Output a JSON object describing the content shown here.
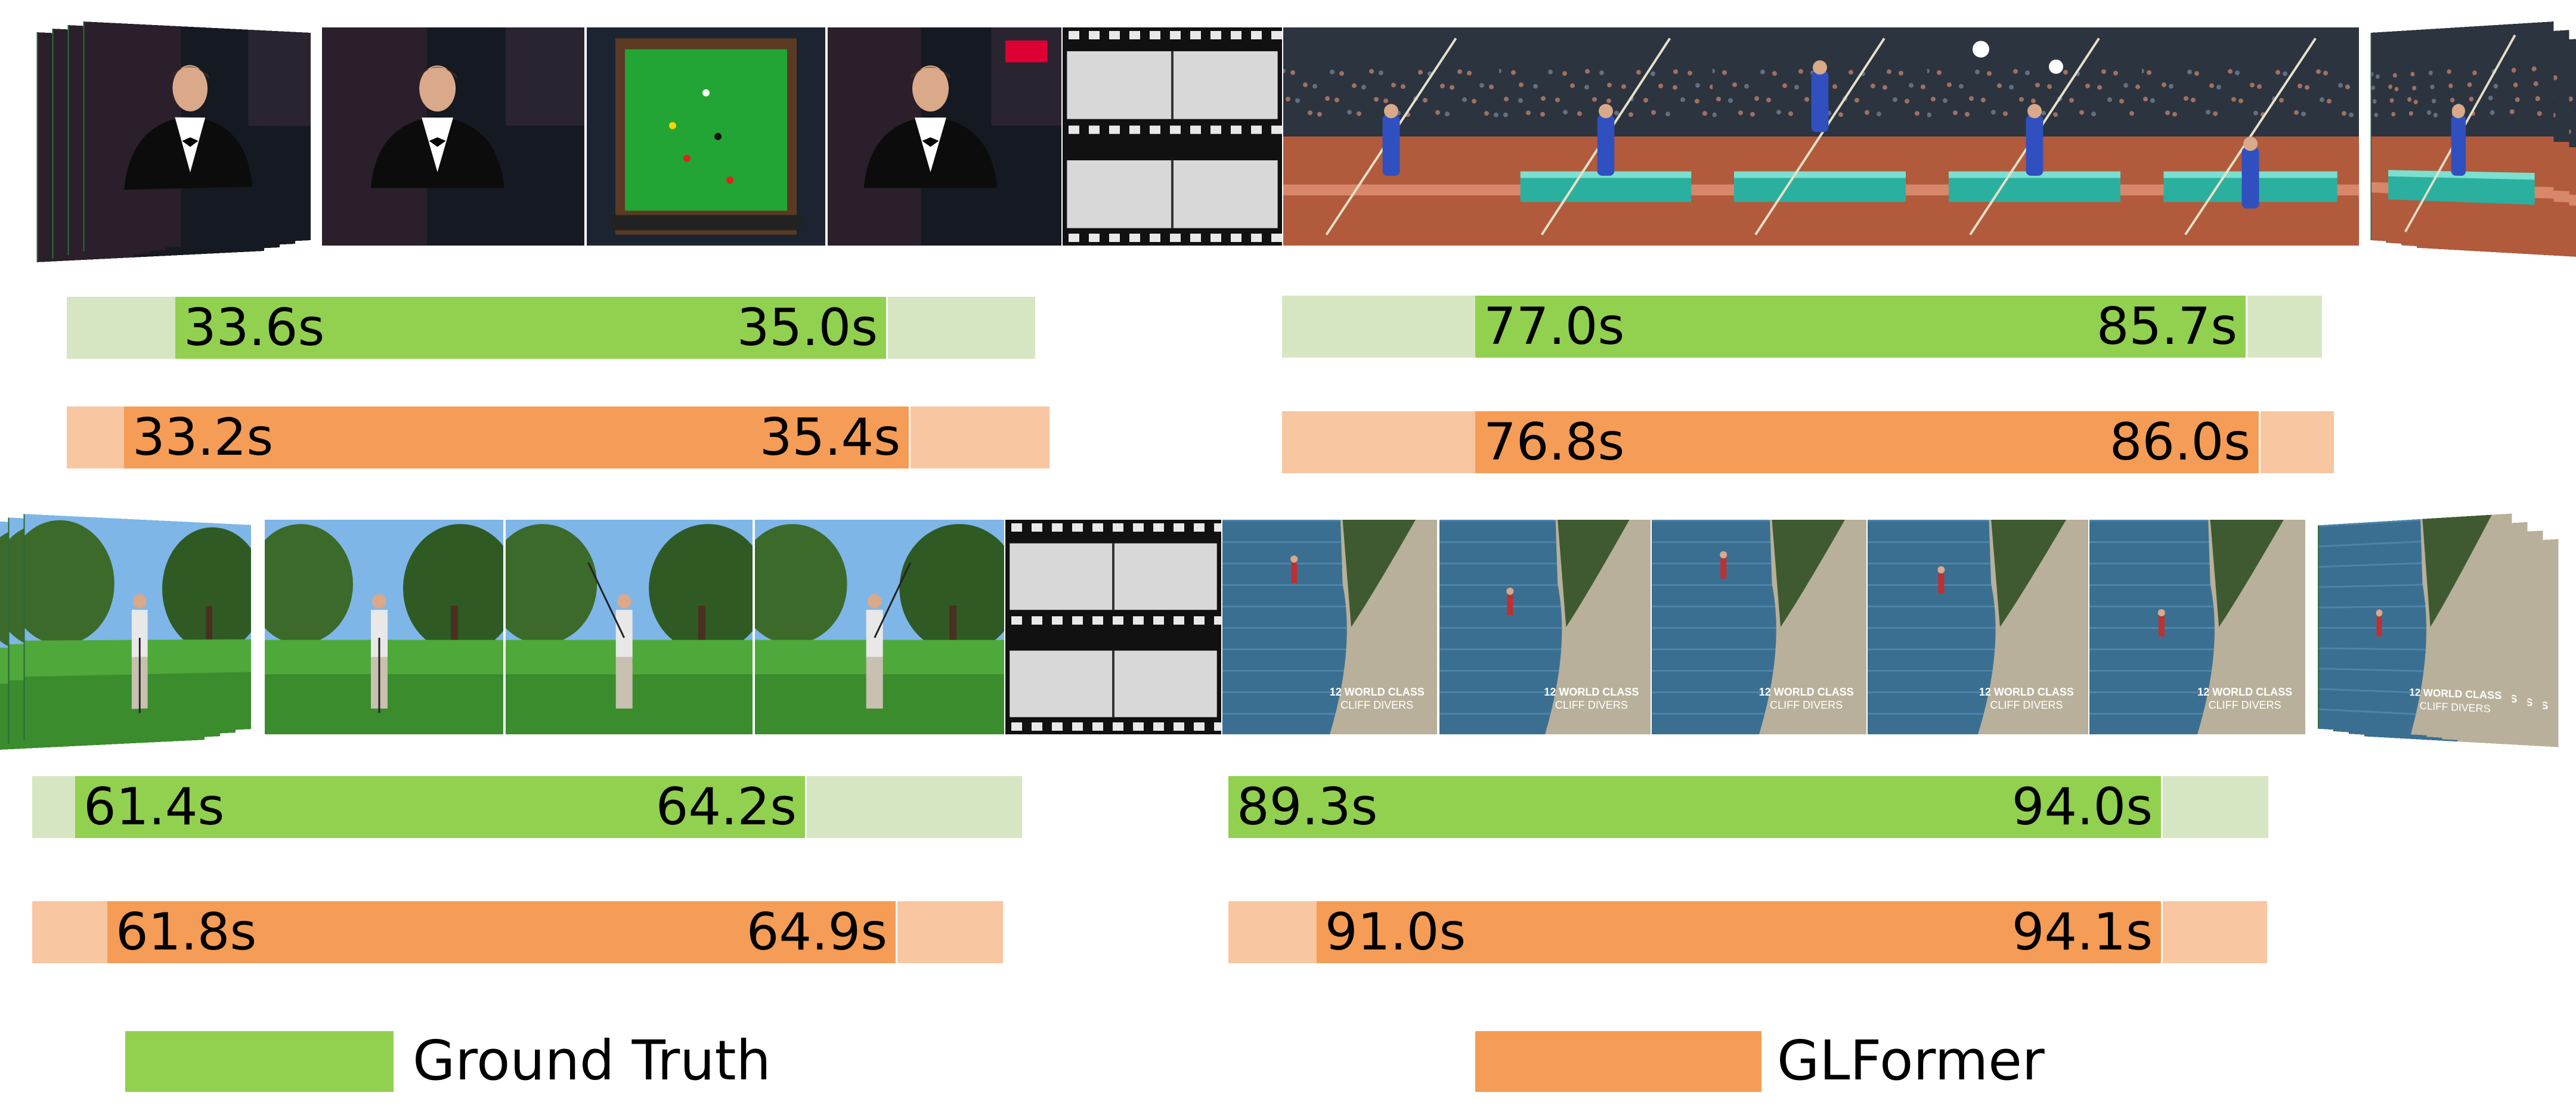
{
  "colors": {
    "gt_bar": "#92d050",
    "gt_track": "#d6e6c2",
    "pred_bar": "#f59c56",
    "pred_track": "#f8c6a1",
    "film_strip": "#111111"
  },
  "examples": [
    {
      "id": "snooker",
      "frames": [
        {
          "kind": "stack",
          "icon": "snooker-player-portrait-stack"
        },
        {
          "kind": "photo",
          "icon": "snooker-player-portrait"
        },
        {
          "kind": "photo",
          "icon": "snooker-table-overhead"
        },
        {
          "kind": "photo",
          "icon": "snooker-player-closeup"
        },
        {
          "kind": "film",
          "icon": "film-strip-placeholder"
        }
      ],
      "ground_truth": {
        "start_label": "33.6s",
        "end_label": "35.0s"
      },
      "prediction": {
        "start_label": "33.2s",
        "end_label": "35.4s"
      }
    },
    {
      "id": "pole-vault",
      "frames": [
        {
          "kind": "photo",
          "icon": "pole-vaulter-running"
        },
        {
          "kind": "photo",
          "icon": "pole-vault-takeoff"
        },
        {
          "kind": "photo",
          "icon": "pole-vault-clearing-bar"
        },
        {
          "kind": "photo",
          "icon": "pole-vault-stadium-lights"
        },
        {
          "kind": "photo",
          "icon": "pole-vault-landing"
        },
        {
          "kind": "stack",
          "icon": "pole-vault-frame-stack"
        }
      ],
      "ground_truth": {
        "start_label": "77.0s",
        "end_label": "85.7s"
      },
      "prediction": {
        "start_label": "76.8s",
        "end_label": "86.0s"
      }
    },
    {
      "id": "golf",
      "frames": [
        {
          "kind": "stack",
          "icon": "golfer-frame-stack"
        },
        {
          "kind": "photo",
          "icon": "golfer-address"
        },
        {
          "kind": "photo",
          "icon": "golfer-backswing"
        },
        {
          "kind": "photo",
          "icon": "golfer-follow-through"
        },
        {
          "kind": "film",
          "icon": "film-strip-placeholder"
        }
      ],
      "ground_truth": {
        "start_label": "61.4s",
        "end_label": "64.2s"
      },
      "prediction": {
        "start_label": "61.8s",
        "end_label": "64.9s"
      }
    },
    {
      "id": "cliff-diving",
      "frames": [
        {
          "kind": "photo",
          "icon": "cliff-diver-jump",
          "caption_line1": "12 WORLD CLASS",
          "caption_line2": "CLIFF DIVERS"
        },
        {
          "kind": "photo",
          "icon": "cliff-diver-falling",
          "caption_line1": "12 WORLD CLASS",
          "caption_line2": "CLIFF DIVERS"
        },
        {
          "kind": "photo",
          "icon": "cliff-diver-midair",
          "caption_line1": "12 WORLD CLASS",
          "caption_line2": "CLIFF DIVERS"
        },
        {
          "kind": "photo",
          "icon": "cliff-diver-distant",
          "caption_line1": "12 WORLD CLASS",
          "caption_line2": "CLIFF DIVERS"
        },
        {
          "kind": "photo",
          "icon": "cliff-diver-entry",
          "caption_line1": "12 WORLD CLASS",
          "caption_line2": "CLIFF DIVERS"
        },
        {
          "kind": "stack",
          "icon": "cliff-diver-frame-stack",
          "caption_line1": "12 WORLD CLASS",
          "caption_line2": "CLIFF DIVERS"
        }
      ],
      "ground_truth": {
        "start_label": "89.3s",
        "end_label": "94.0s"
      },
      "prediction": {
        "start_label": "91.0s",
        "end_label": "94.1s"
      }
    }
  ],
  "legend": {
    "ground_truth_label": "Ground Truth",
    "prediction_label": "GLFormer"
  }
}
